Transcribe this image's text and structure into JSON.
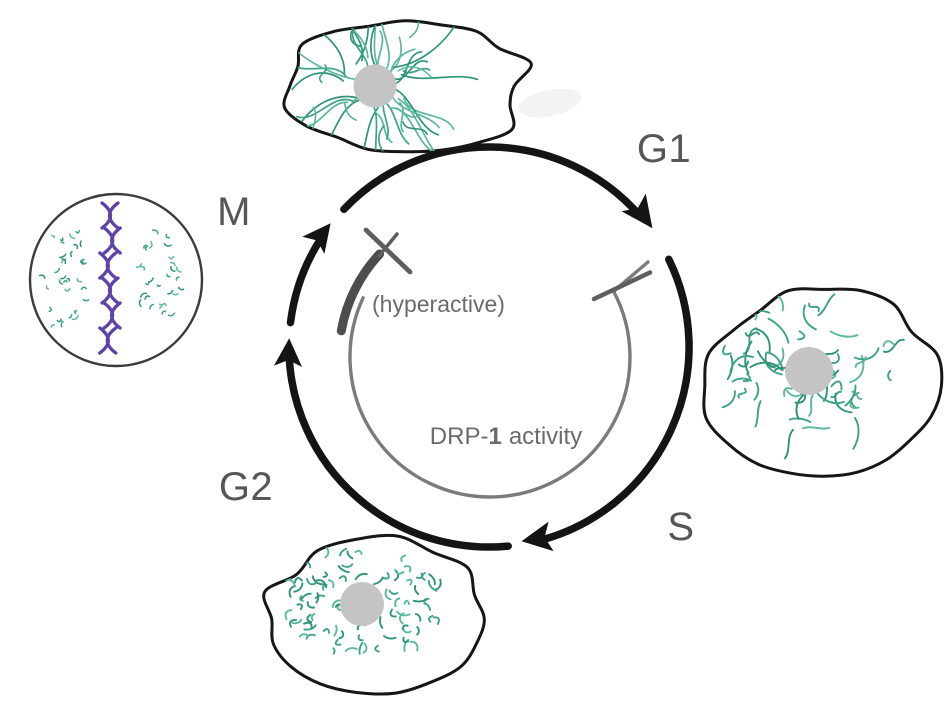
{
  "diagram": {
    "type": "cell-cycle-mitochondrial-dynamics",
    "phases": [
      {
        "id": "G1",
        "label": "G1"
      },
      {
        "id": "S",
        "label": "S"
      },
      {
        "id": "G2",
        "label": "G2"
      },
      {
        "id": "M",
        "label": "M"
      }
    ],
    "annotations": {
      "hyperactive": "(hyperactive)",
      "drp_prefix": "DRP-",
      "drp_bold": "1",
      "drp_suffix": "activity"
    },
    "colors": {
      "cycle_arc": "#141414",
      "inner_arc": "#7b7b7b",
      "hyperactive_segment": "#4d4d4d",
      "inhibitor_bar": "#5e5e5e",
      "phase_label": "#565656",
      "annotation_text": "#6b6b6b",
      "cell_outline": "#161616",
      "mitotic_cell_outline": "#3c3c3c",
      "nucleus": "#c4c4c4",
      "mitochondria": [
        "#3ea284",
        "#2e9478",
        "#5cb89c"
      ],
      "chromosome": "#5f43a5"
    },
    "cells": [
      {
        "id": "top-cell",
        "organelle_pattern": "tubular-network",
        "has_nucleus": true
      },
      {
        "id": "right-cell",
        "organelle_pattern": "intermediate-fragments",
        "has_nucleus": true
      },
      {
        "id": "bottom-cell",
        "organelle_pattern": "short-fragments",
        "has_nucleus": true
      },
      {
        "id": "left-cell",
        "organelle_pattern": "dispersed-fragments",
        "chromosomes": "metaphase-plate"
      }
    ]
  }
}
